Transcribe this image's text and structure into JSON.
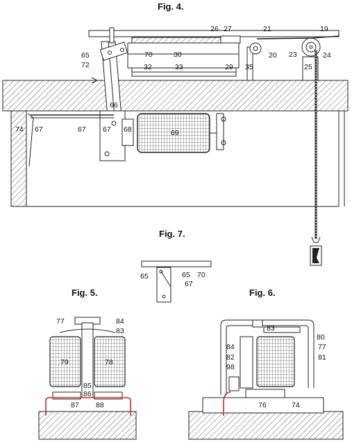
{
  "figures": {
    "fig4": {
      "title": "Fig. 4.",
      "labels": [
        "26",
        "27",
        "21",
        "19",
        "65",
        "70",
        "30",
        "20",
        "23",
        "24",
        "72",
        "32",
        "33",
        "29",
        "35",
        "25",
        "66",
        "74",
        "67",
        "67",
        "67",
        "68",
        "69"
      ]
    },
    "fig7": {
      "title": "Fig. 7.",
      "labels": [
        "65",
        "65",
        "70",
        "67"
      ]
    },
    "fig5": {
      "title": "Fig. 5.",
      "labels": [
        "77",
        "84",
        "83",
        "79",
        "78",
        "85",
        "86",
        "87",
        "88"
      ]
    },
    "fig6": {
      "title": "Fig. 6.",
      "labels": [
        "83",
        "80",
        "84",
        "77",
        "82",
        "81",
        "98",
        "76",
        "74"
      ]
    }
  },
  "colors": {
    "ink": "#222222",
    "wire": "#dd2222",
    "paper": "#ffffff"
  }
}
